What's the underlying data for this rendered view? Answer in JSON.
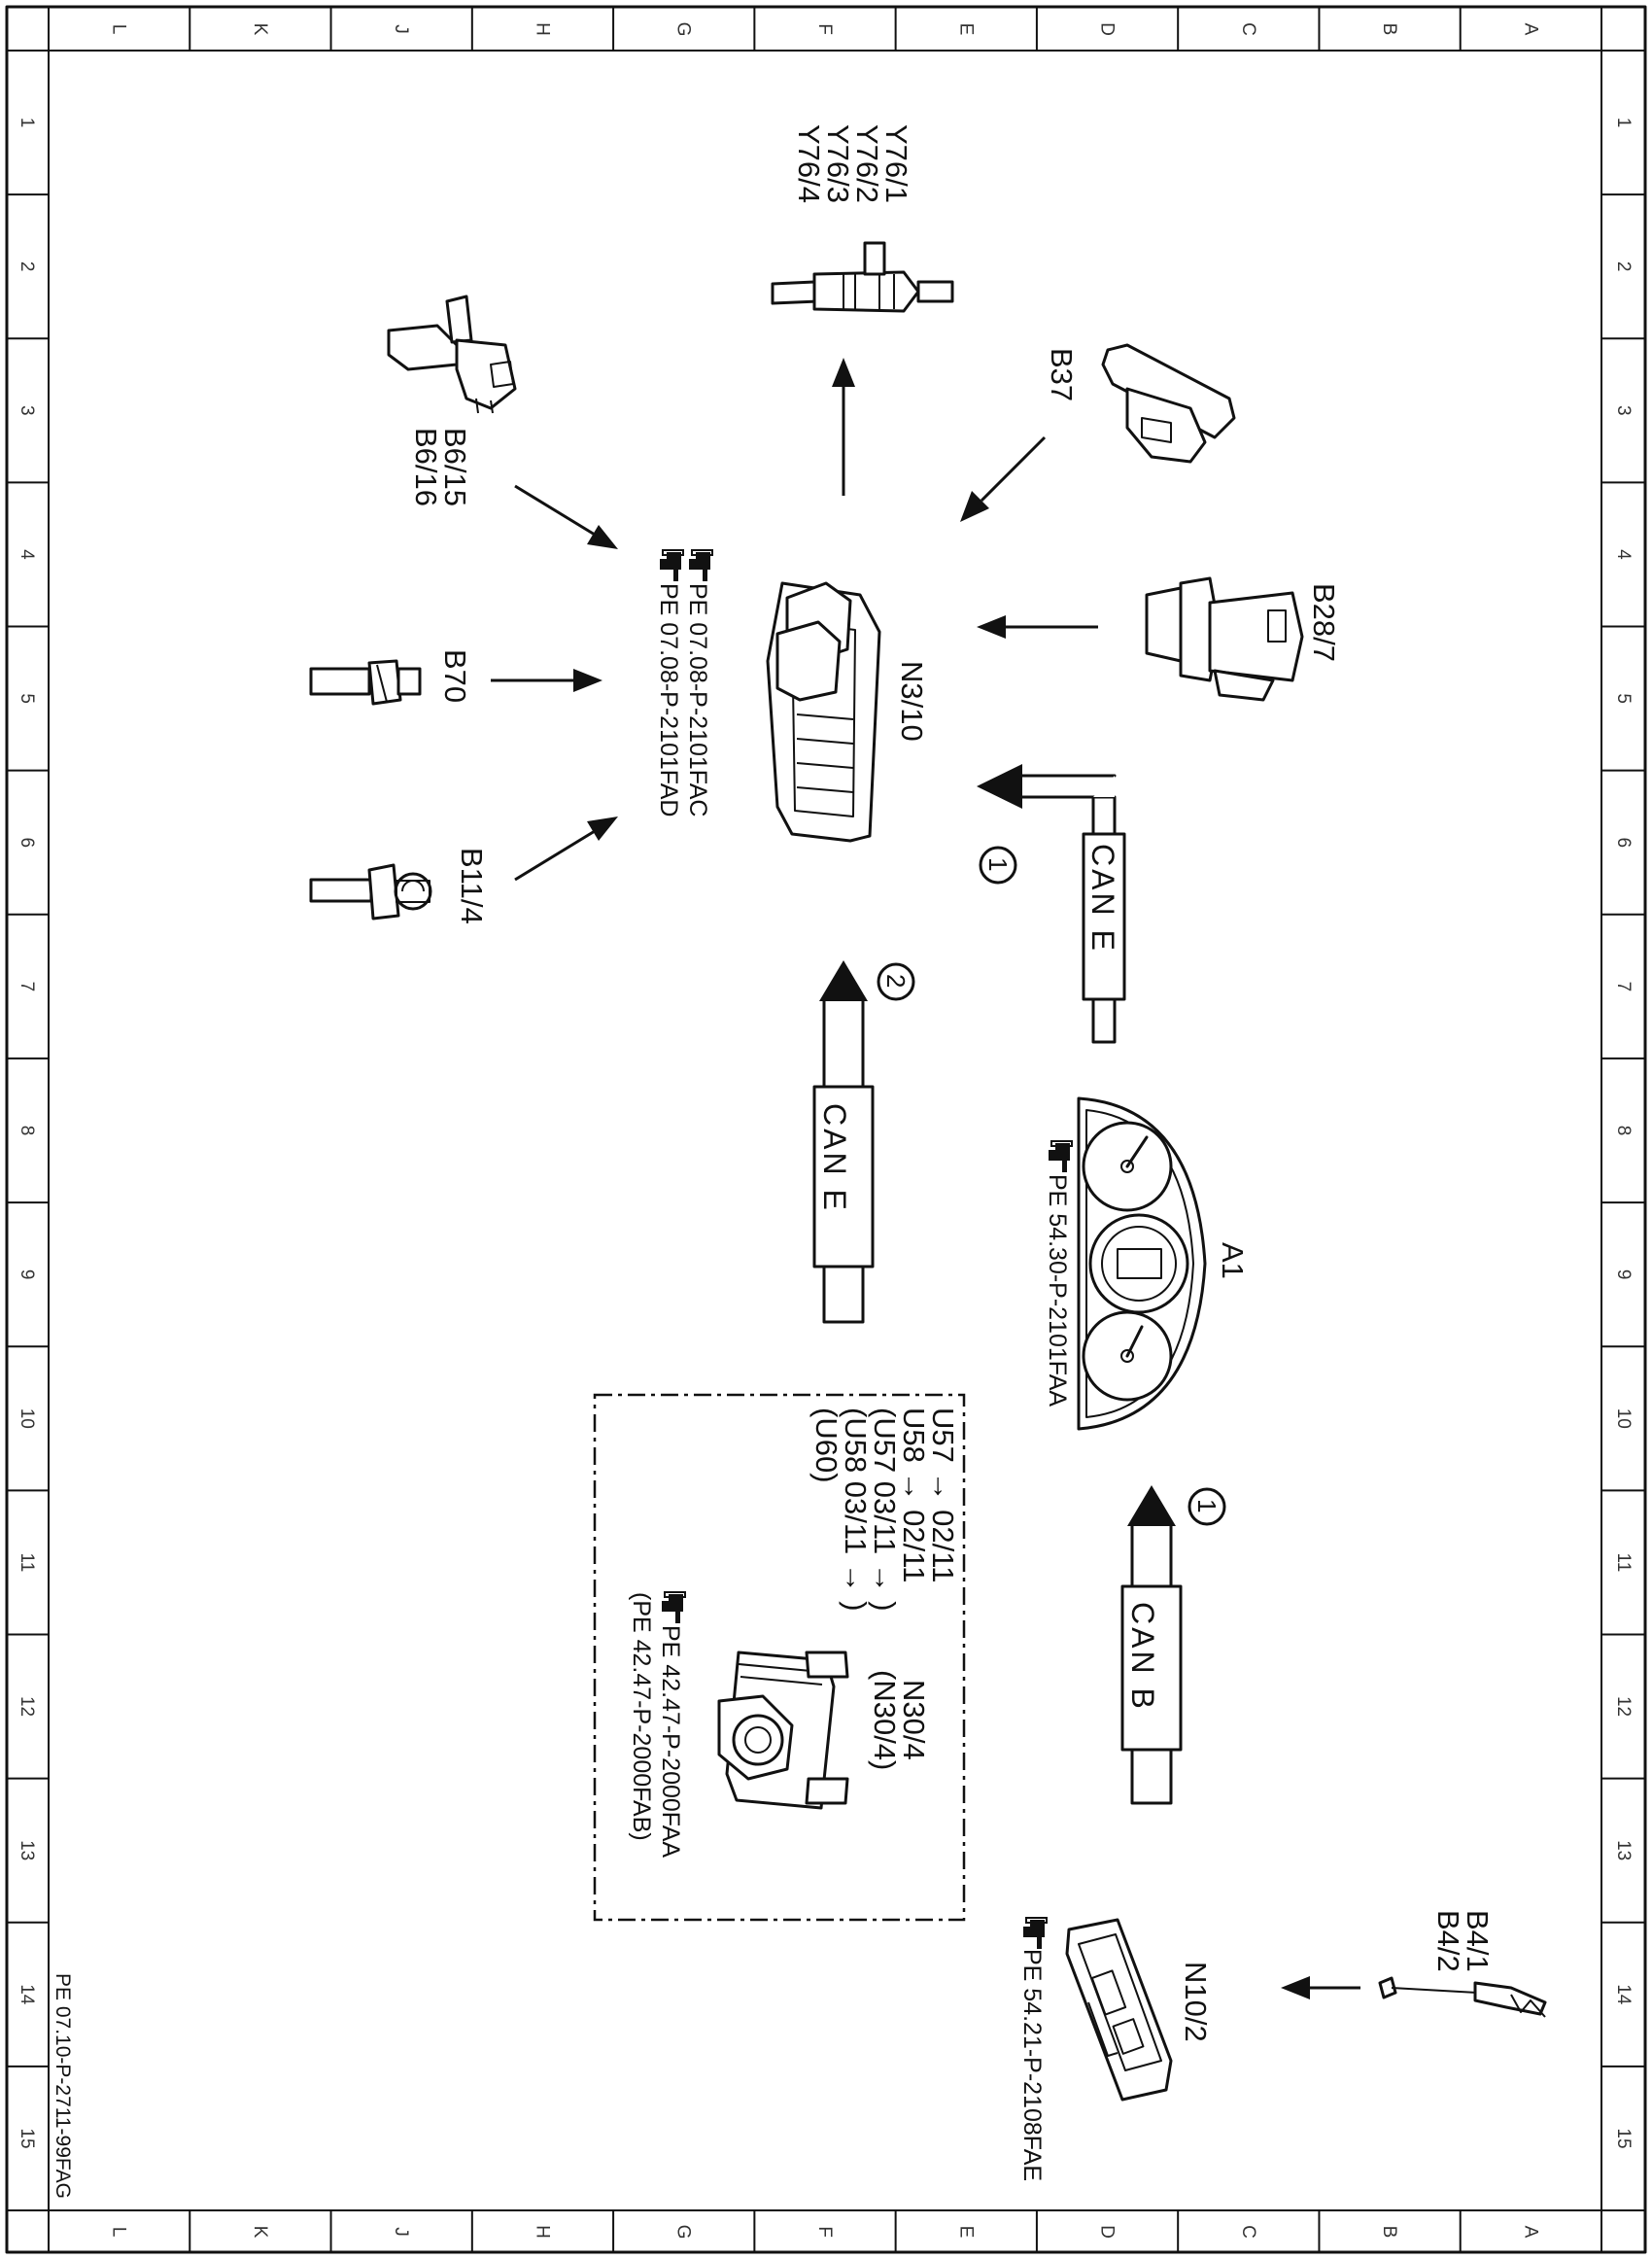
{
  "diagram": {
    "border_letters": [
      "L",
      "K",
      "J",
      "H",
      "G",
      "F",
      "E",
      "D",
      "C",
      "B",
      "A"
    ],
    "border_numbers": [
      "1",
      "2",
      "3",
      "4",
      "5",
      "6",
      "7",
      "8",
      "9",
      "10",
      "11",
      "12",
      "13",
      "14",
      "15"
    ],
    "document_id": "PE 07.10-P-2711-99FAG",
    "central_unit": {
      "label": "N3/10",
      "refs": [
        "PE 07.08-P-2101FAC",
        "PE 07.08-P-2101FAD"
      ]
    },
    "injectors": {
      "labels": [
        "Y76/1",
        "Y76/2",
        "Y76/3",
        "Y76/4"
      ]
    },
    "components": {
      "b6": {
        "labels": [
          "B6/15",
          "B6/16"
        ]
      },
      "b37": {
        "label": "B37"
      },
      "b28": {
        "label": "B28/7"
      },
      "b70": {
        "label": "B70"
      },
      "b11": {
        "label": "B11/4"
      },
      "a1": {
        "label": "A1",
        "ref": "PE 54.30-P-2101FAA"
      },
      "n10": {
        "label": "N10/2",
        "ref": "PE 54.21-P-2108FAE"
      },
      "b4": {
        "labels": [
          "B4/1",
          "B4/2"
        ]
      }
    },
    "optional_unit": {
      "labels": [
        "N30/4",
        "(N30/4)"
      ],
      "refs": [
        "PE 42.47-P-2000FAA",
        "(PE 42.47-P-2000FAB)"
      ],
      "conditions": [
        "U57 → 02/11",
        "U58 → 02/11",
        "(U57 03/11 → )",
        "(U58 03/11 → )",
        "(U60)"
      ]
    },
    "buses": {
      "can_e_1": {
        "label": "CAN E",
        "marker": "1"
      },
      "can_e_2": {
        "label": "CAN E",
        "marker": "2"
      },
      "can_b": {
        "label": "CAN B",
        "marker": "1"
      }
    },
    "icons": [
      "pointing-hand-icon",
      "connector-icon",
      "injector-icon",
      "sensor-icon",
      "instrument-cluster-icon",
      "antenna-icon",
      "control-unit-icon"
    ],
    "colors": {
      "ink": "#111111",
      "paper": "#ffffff"
    }
  }
}
